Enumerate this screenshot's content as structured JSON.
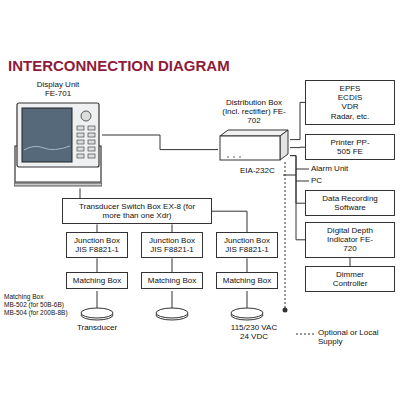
{
  "diagram": {
    "title": "INTERCONNECTION DIAGRAM",
    "nodes": [
      {
        "text": [
          "Display Unit FE-701"
        ]
      },
      {
        "text": [
          "Distribution Box (Incl. rectifier) FE-702"
        ]
      },
      {
        "text": [
          "EPFS ECDIS VDR Radar, etc."
        ]
      },
      {
        "text": [
          "Printer PP-505 FE"
        ]
      },
      {
        "text": [
          "Data Recording Software"
        ]
      },
      {
        "text": [
          "Digital Depth Indicator FE-720"
        ]
      },
      {
        "text": [
          "Dimmer Controller"
        ]
      },
      {
        "text": [
          "Transducer Switch Box EX-8 (for more than one Xdr)"
        ]
      },
      {
        "text": [
          "Junction Box JIS F8821-1"
        ]
      },
      {
        "text": [
          "Junction Box JIS F8821-1"
        ]
      },
      {
        "text": [
          "Junction Box JIS F8821-1"
        ]
      },
      {
        "text": [
          "Matching Box"
        ]
      },
      {
        "text": [
          "Matching Box"
        ]
      },
      {
        "text": [
          "Matching Box"
        ]
      }
    ],
    "edges": [
      {
        "from": 0,
        "to": 1,
        "arrow": "none"
      },
      {
        "from": 1,
        "to": 2,
        "arrow": "none"
      },
      {
        "from": 1,
        "to": 3,
        "arrow": "none"
      },
      {
        "from": 1,
        "to": 4,
        "arrow": "none"
      },
      {
        "from": 1,
        "to": 5,
        "arrow": "none"
      },
      {
        "from": 5,
        "to": 6,
        "arrow": "none"
      },
      {
        "from": 0,
        "to": 7,
        "arrow": "none"
      },
      {
        "from": 7,
        "to": 8,
        "arrow": "none"
      },
      {
        "from": 7,
        "to": 9,
        "arrow": "none"
      },
      {
        "from": 7,
        "to": 10,
        "arrow": "none"
      },
      {
        "from": 8,
        "to": 11,
        "arrow": "none"
      },
      {
        "from": 9,
        "to": 12,
        "arrow": "none"
      },
      {
        "from": 10,
        "to": 13,
        "arrow": "none"
      }
    ],
    "labels": [
      "Alarm Unit",
      "EIA-232C",
      "PC",
      "Matching Box",
      "MB-502 (for 50B-6B)",
      "MB-504 (for 200B-8B)",
      "Transducer",
      "115/230 VAC 24 VDC"
    ],
    "legend": [
      {
        "text": "Optional or Local Supply"
      }
    ]
  }
}
